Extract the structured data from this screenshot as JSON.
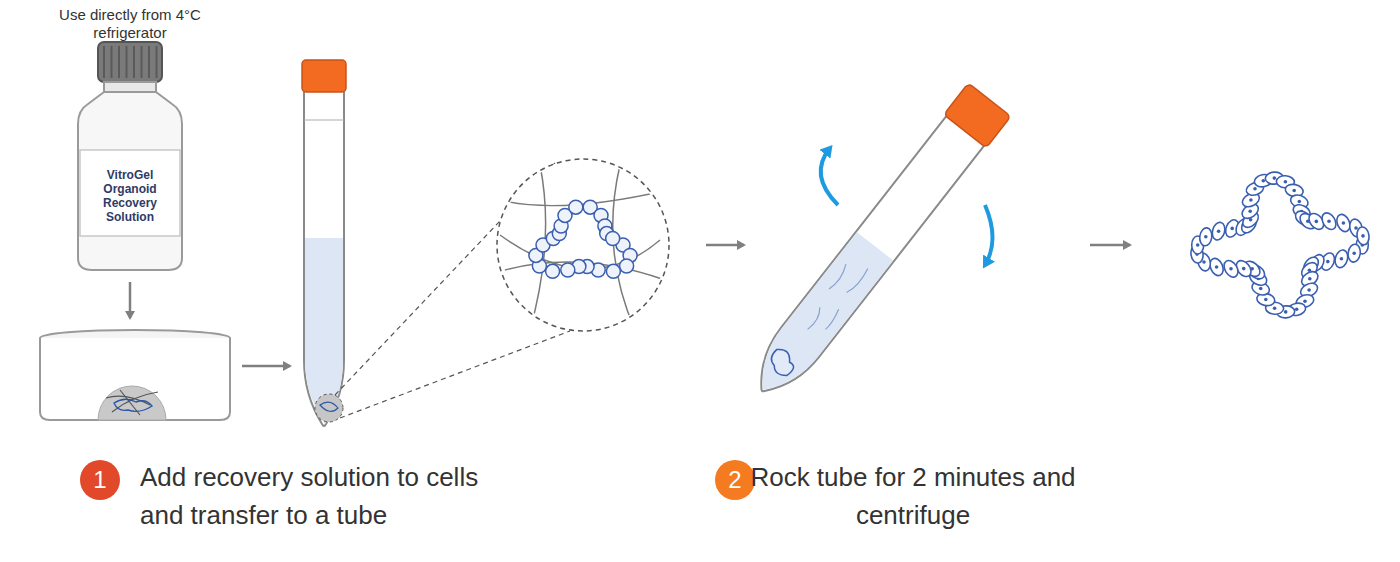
{
  "diagram": {
    "nodes": [
      {
        "text": [
          "VitroGel Organoid Recovery Solution"
        ]
      },
      {
        "text": [
          "1"
        ]
      },
      {
        "text": [
          "2"
        ]
      }
    ],
    "labels": [
      "Use directly from 4°C refrigerator",
      "Add recovery solution to cells and transfer to a tube",
      "Rock tube for 2 minutes and centrifuge"
    ]
  }
}
